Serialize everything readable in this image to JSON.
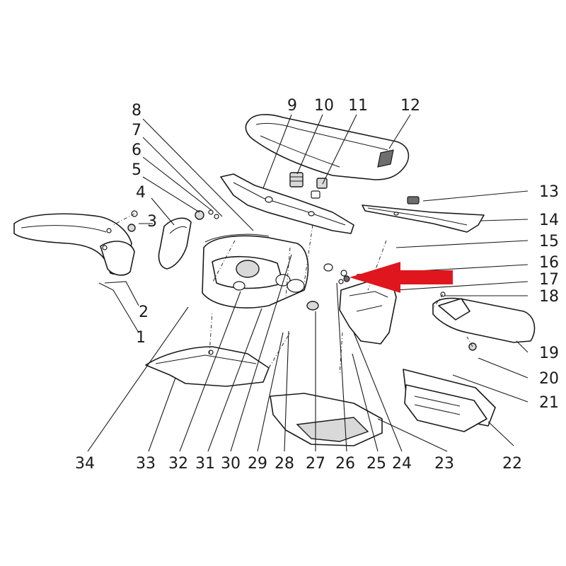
{
  "diagram": {
    "accent_color": "#e0161e",
    "callout_labels": {
      "p1": "1",
      "p2": "2",
      "p3": "3",
      "p4": "4",
      "p5": "5",
      "p6": "6",
      "p7": "7",
      "p8": "8",
      "p9": "9",
      "p10": "10",
      "p11": "11",
      "p12": "12",
      "p13": "13",
      "p14": "14",
      "p15": "15",
      "p16": "16",
      "p17": "17",
      "p18": "18",
      "p19": "19",
      "p20": "20",
      "p21": "21",
      "p22": "22",
      "p23": "23",
      "p24": "24",
      "p25": "25",
      "p26": "26",
      "p27": "27",
      "p28": "28",
      "p29": "29",
      "p30": "30",
      "p31": "31",
      "p32": "32",
      "p33": "33",
      "p34": "34"
    },
    "highlight_arrow": {
      "icon": "red-arrow-icon",
      "points_to_part": "16"
    }
  }
}
